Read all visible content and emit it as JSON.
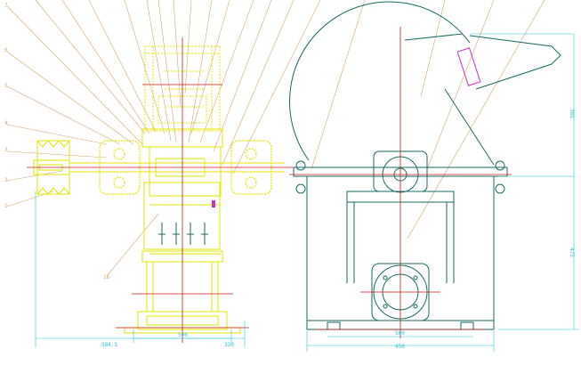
{
  "drawing": {
    "colors": {
      "background": "#ffffff",
      "leader": "#d9a66b",
      "outline_yellow": "#e6e600",
      "fill_yellow": "#f5f57a",
      "teal": "#1a6b63",
      "red": "#cc1a1a",
      "cyan": "#29c6d9",
      "magenta": "#cc33cc"
    },
    "part_labels": [
      "1",
      "2",
      "3",
      "4",
      "5",
      "6",
      "7",
      "16"
    ],
    "dimensions": {
      "left_overall_width": "584.5",
      "left_center_span": "500",
      "left_side_offset": "330",
      "right_inner_width": "500",
      "right_overall_width": "450",
      "right_top_height": "385",
      "right_body_height": "475"
    }
  }
}
